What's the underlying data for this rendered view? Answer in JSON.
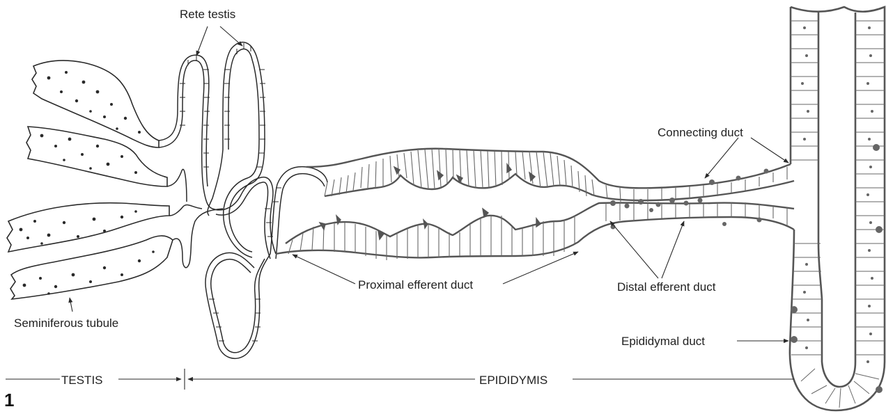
{
  "figure": {
    "number": "1",
    "labels": {
      "rete_testis": "Rete testis",
      "connecting_duct": "Connecting duct",
      "proximal_efferent_duct": "Proximal efferent duct",
      "distal_efferent_duct": "Distal efferent duct",
      "epididymal_duct": "Epididymal duct",
      "seminiferous_tubule": "Seminiferous tubule"
    },
    "regions": {
      "testis": "TESTIS",
      "epididymis": "EPIDIDYMIS"
    }
  },
  "colors": {
    "ink": "#2a2a2a",
    "duct_wall": "#555555",
    "background": "#ffffff"
  }
}
